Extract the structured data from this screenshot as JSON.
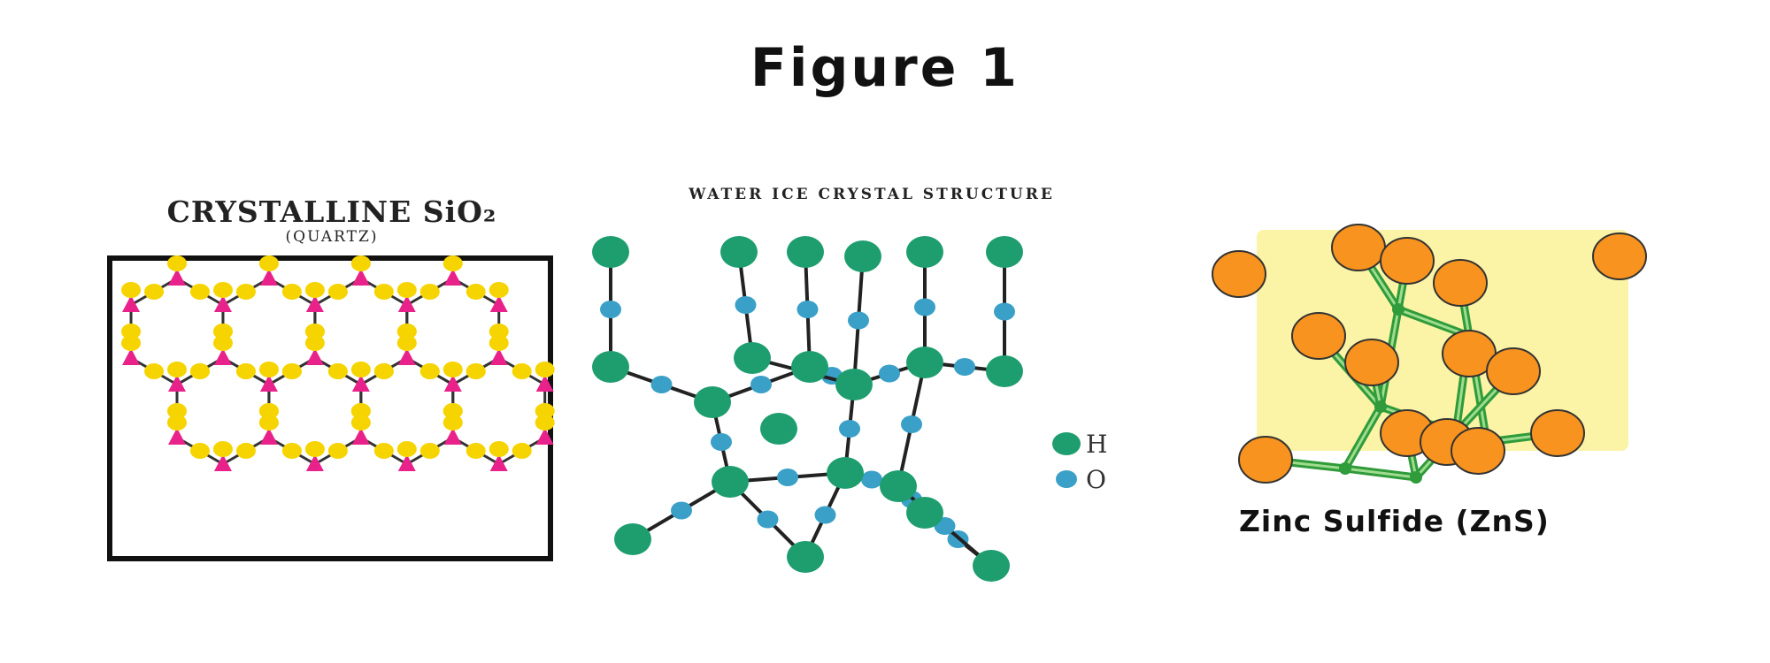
{
  "figure": {
    "title": "Figure 1"
  },
  "quartz": {
    "title": "CRYSTALLINE SiO₂",
    "subtitle": "(QUARTZ)",
    "colors": {
      "silicon": "#e8228a",
      "oxygen": "#f6d400",
      "frame": "#111111"
    }
  },
  "ice": {
    "title": "WATER ICE CRYSTAL STRUCTURE",
    "legend": [
      {
        "label": "H",
        "color": "#1e9e6e"
      },
      {
        "label": "O",
        "color": "#3aa0c8"
      }
    ]
  },
  "zns": {
    "caption": "Zinc Sulfide (ZnS)",
    "colors": {
      "atom": "#f7931e",
      "bond": "#2f9b3a",
      "background": "#fbf3a6"
    }
  }
}
